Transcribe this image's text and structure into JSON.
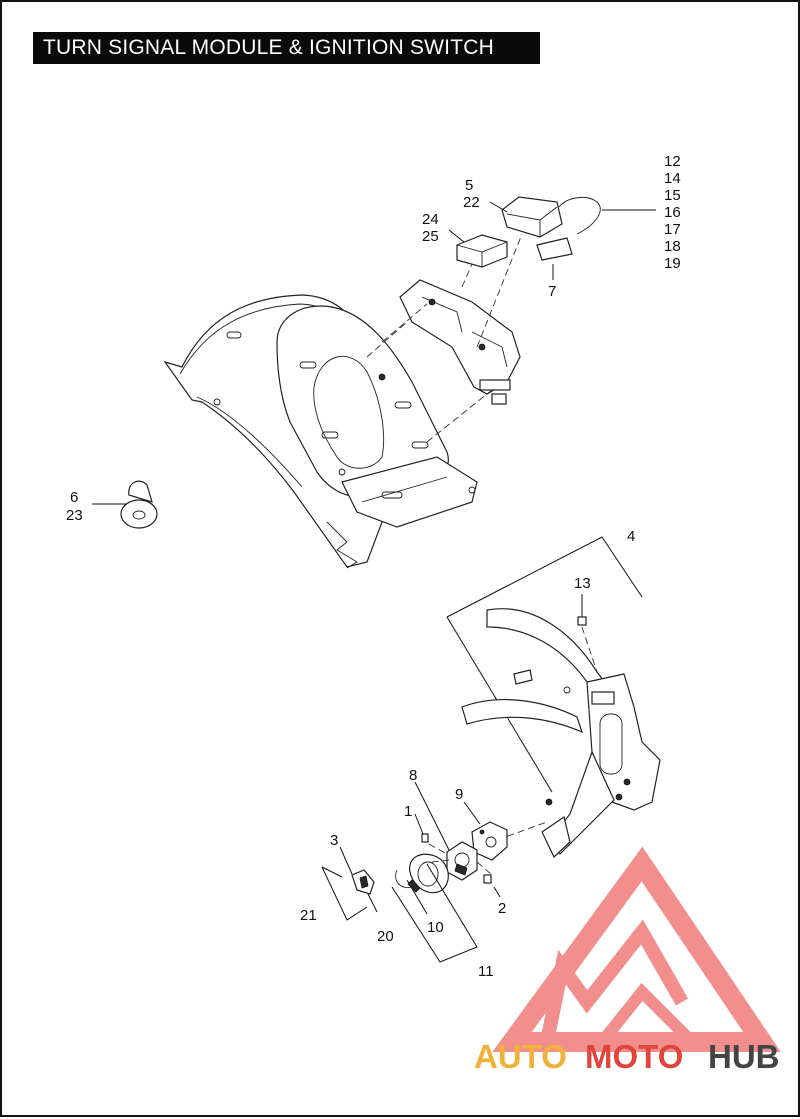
{
  "title": "TURN SIGNAL MODULE & IGNITION SWITCH",
  "callouts": {
    "c1": "1",
    "c2": "2",
    "c3": "3",
    "c4": "4",
    "c5": "5",
    "c6": "6",
    "c7": "7",
    "c8": "8",
    "c9": "9",
    "c10": "10",
    "c11": "11",
    "c12": "12",
    "c13": "13",
    "c14": "14",
    "c15": "15",
    "c16": "16",
    "c17": "17",
    "c18": "18",
    "c19": "19",
    "c20": "20",
    "c21": "21",
    "c22": "22",
    "c23": "23",
    "c24": "24",
    "c25": "25"
  },
  "watermark": {
    "part1": "AUTO",
    "part2": "MOTO",
    "part3": "HUB",
    "colors": {
      "auto": "#f2b23a",
      "moto": "#e0443a",
      "hub": "#444444",
      "logo": "#f07b78"
    }
  }
}
